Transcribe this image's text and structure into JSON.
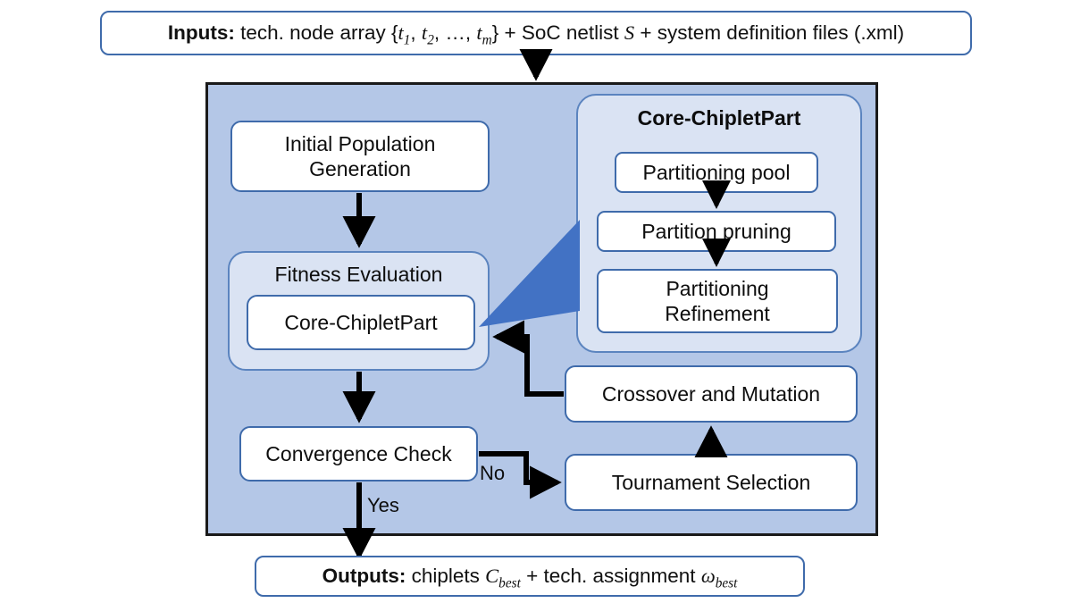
{
  "figure": {
    "type": "flowchart",
    "title": "Core-ChipletPart genetic-algorithm co-optimization flow"
  },
  "colors": {
    "loop_background": "#b4c7e7",
    "panel_background": "#dae3f3",
    "node_background": "#ffffff",
    "node_border": "#3f6bab",
    "loop_border": "#1a1a1a",
    "callout_fill": "#4272c4",
    "arrow": "#000000"
  },
  "io": {
    "inputs": {
      "label": "Inputs:",
      "text_1": " tech. node array {",
      "sym_t1": "t",
      "sym_t1_sub": "1",
      "text_2": ", ",
      "sym_t2": "t",
      "sym_t2_sub": "2",
      "text_3": ", …, ",
      "sym_tm": "t",
      "sym_tm_sub": "m",
      "text_4": "} + SoC netlist ",
      "sym_S": "S",
      "text_5": " + system definition files (.xml)",
      "plain": "Inputs: tech. node array {t1, t2, …, tm} + SoC netlist S + system definition files (.xml)"
    },
    "outputs": {
      "label": "Outputs:",
      "text_1": " chiplets ",
      "sym_C": "C",
      "sym_C_sub": "best",
      "text_2": " + tech. assignment ",
      "sym_w": "ω",
      "sym_w_sub": "best",
      "plain": "Outputs: chiplets Cbest + tech. assignment ωbest"
    }
  },
  "loop": {
    "nodes": {
      "initial_population": "Initial Population\nGeneration",
      "initial_population_line1": "Initial Population",
      "initial_population_line2": "Generation",
      "convergence_check": "Convergence Check",
      "crossover_mutation": "Crossover and Mutation",
      "tournament_selection": "Tournament Selection"
    },
    "fitness_panel": {
      "title": "Fitness Evaluation",
      "inner_node": "Core-ChipletPart"
    },
    "core_panel": {
      "title": "Core-ChipletPart",
      "steps": [
        "Partitioning pool",
        "Partition pruning",
        "Partitioning\nRefinement"
      ],
      "step_3_line1": "Partitioning",
      "step_3_line2": "Refinement"
    },
    "edge_labels": {
      "no": "No",
      "yes": "Yes"
    }
  }
}
